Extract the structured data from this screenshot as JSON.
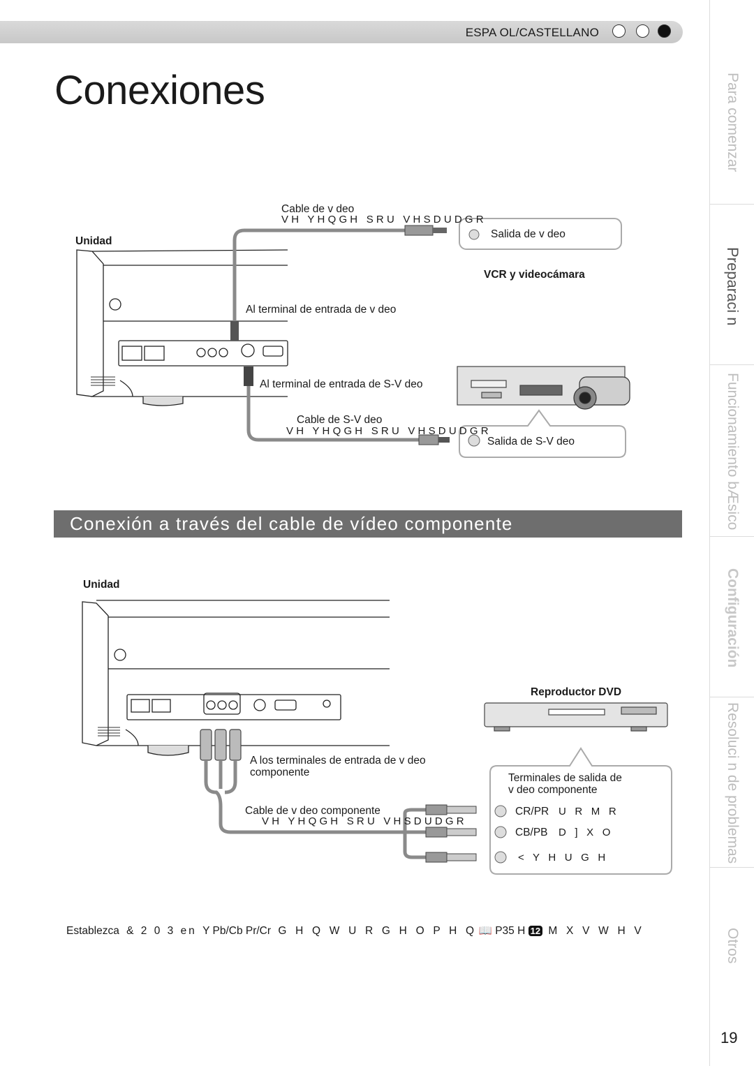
{
  "header": {
    "language": "ESPA OL/CASTELLANO"
  },
  "page_title": "Conexiones",
  "side_tabs": [
    {
      "label": "Para comenzar"
    },
    {
      "label": "Preparaci n"
    },
    {
      "label": "Funcionamiento bÆsico"
    },
    {
      "label": "Configuración"
    },
    {
      "label": "Resoluci n de problemas"
    },
    {
      "label": "Otros"
    }
  ],
  "page_number": "19",
  "diagram1": {
    "unit_label": "Unidad",
    "video_cable_label": "Cable de v deo",
    "video_cable_note": "VH YHQGH SRU VHSDUDGR",
    "video_output": "Salida de v deo",
    "device_label": "VCR y videocámara",
    "video_input_label": "Al terminal de entrada de v deo",
    "svideo_input_label": "Al terminal de entrada de S-V deo",
    "svideo_cable_label": "Cable de S-V deo",
    "svideo_cable_note": "VH YHQGH SRU VHSDUDGR",
    "svideo_output": "Salida de S-V deo"
  },
  "section": {
    "title": "Conexión a través del cable de vídeo componente"
  },
  "diagram2": {
    "unit_label": "Unidad",
    "device_label": "Reproductor DVD",
    "input_label_line1": "A los terminales de entrada de v deo",
    "input_label_line2": "componente",
    "cable_label": "Cable de v deo componente",
    "cable_note": "VH YHQGH SRU VHSDUDGR",
    "output_title_line1": "Terminales de salida de",
    "output_title_line2": "v deo componente",
    "outputs": [
      {
        "name": "CR/PR",
        "color": "U R M R"
      },
      {
        "name": "CB/PB",
        "color": "D ] X O"
      },
      {
        "name": "Y",
        "color": "< Y H U G H"
      }
    ]
  },
  "footnote": {
    "prefix": "Establezca",
    "code": "& 2 0 3 en",
    "mode": "Y Pb/Cb Pr/Cr",
    "rest": "G H Q W U R G H O P H Q",
    "page_ref": "P35 H",
    "badge": "12",
    "tail": "M X V W H V"
  },
  "colors": {
    "section_bar": "#6e6e6e",
    "lang_bar": "#d0d0d0",
    "cable": "#8a8a8a"
  }
}
